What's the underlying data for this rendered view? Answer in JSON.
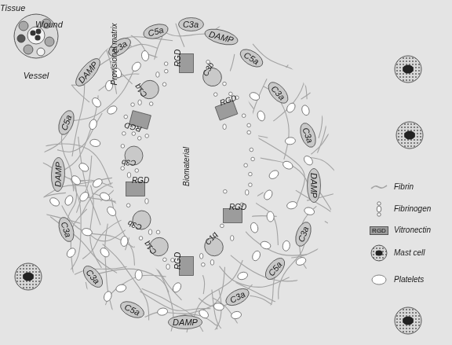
{
  "diagram": {
    "nodes": [
      {
        "text": [
          "Tissue"
        ]
      },
      {
        "text": [
          "Vessel"
        ],
        "in": 0
      },
      {
        "text": [
          "Wound"
        ],
        "in": 0
      },
      {
        "text": [
          "DAMP"
        ],
        "in": 2
      },
      {
        "text": [
          "C3a"
        ],
        "in": 2
      },
      {
        "text": [
          "C5a"
        ],
        "in": 2
      },
      {
        "text": [
          "C3a"
        ],
        "in": 2
      },
      {
        "text": [
          "DAMP"
        ],
        "in": 2
      },
      {
        "text": [
          "C5a"
        ],
        "in": 2
      },
      {
        "text": [
          "C3a"
        ],
        "in": 2
      },
      {
        "text": [
          "C3a"
        ],
        "in": 2
      },
      {
        "text": [
          "DAMP"
        ],
        "in": 2
      },
      {
        "text": [
          "C3a"
        ],
        "in": 2
      },
      {
        "text": [
          "C5a"
        ],
        "in": 2
      },
      {
        "text": [
          "C3a"
        ],
        "in": 2
      },
      {
        "text": [
          "DAMP"
        ],
        "in": 2
      },
      {
        "text": [
          "C5a"
        ],
        "in": 2
      },
      {
        "text": [
          "C3a"
        ],
        "in": 2
      },
      {
        "text": [
          "C3a"
        ],
        "in": 2
      },
      {
        "text": [
          "DAMP"
        ],
        "in": 2
      },
      {
        "text": [
          "C5a"
        ],
        "in": 2
      },
      {
        "text": [
          "Provisional matrix"
        ],
        "in": 2
      },
      {
        "text": [
          "Biomaterial"
        ],
        "in": 21
      },
      {
        "text": [
          "RGD"
        ],
        "in": 21
      },
      {
        "text": [
          "C3b"
        ],
        "in": 21
      },
      {
        "text": [
          "C1q"
        ],
        "in": 21
      },
      {
        "text": [
          "RGD"
        ],
        "in": 21
      },
      {
        "text": [
          "RGD"
        ],
        "in": 21
      },
      {
        "text": [
          "C3b"
        ],
        "in": 21
      },
      {
        "text": [
          "RGD"
        ],
        "in": 21
      },
      {
        "text": [
          "RGD"
        ],
        "in": 21
      },
      {
        "text": [
          "C3b"
        ],
        "in": 21
      },
      {
        "text": [
          "C1q"
        ],
        "in": 21
      },
      {
        "text": [
          "C1q"
        ],
        "in": 21
      },
      {
        "text": [
          "RGD"
        ],
        "in": 21
      }
    ],
    "labels": [
      "RGD"
    ],
    "legend": [
      {
        "text": "Fibrin"
      },
      {
        "text": "Fibrinogen"
      },
      {
        "text": "Vitronectin"
      },
      {
        "text": "Mast cell"
      },
      {
        "text": "Platelets"
      }
    ]
  }
}
